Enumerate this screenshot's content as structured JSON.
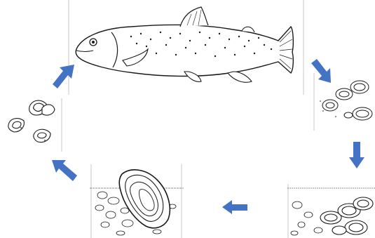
{
  "diagram": {
    "kind": "life-cycle",
    "stages": [
      {
        "id": "adult-trout",
        "icon": "trout-fish-drawing"
      },
      {
        "id": "released-glochidia",
        "icon": "mussel-larvae-drawing"
      },
      {
        "id": "settling-juveniles",
        "icon": "juvenile-mussels-on-substrate-drawing"
      },
      {
        "id": "adult-mussel",
        "icon": "adult-mussel-in-gravel-drawing"
      },
      {
        "id": "free-glochidia",
        "icon": "glochidia-larvae-drawing"
      }
    ],
    "arrow_color": "#4472c4",
    "stroke_color": "#1a1a1a"
  }
}
